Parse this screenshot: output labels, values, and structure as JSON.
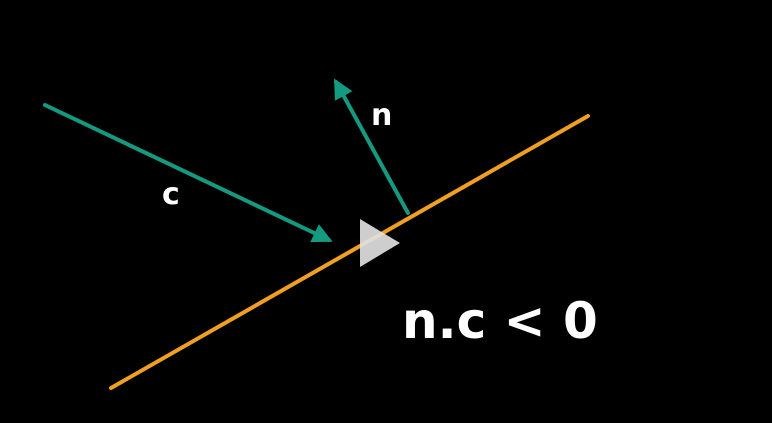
{
  "diagram": {
    "labels": {
      "c": "c",
      "n": "n",
      "equation": "n.c < 0"
    },
    "colors": {
      "background": "#000000",
      "surface_line": "#f0a021",
      "vector": "#159a82",
      "text": "#ffffff",
      "play_icon": "#e0e0e0"
    },
    "icons": {
      "play": "play-icon"
    }
  }
}
